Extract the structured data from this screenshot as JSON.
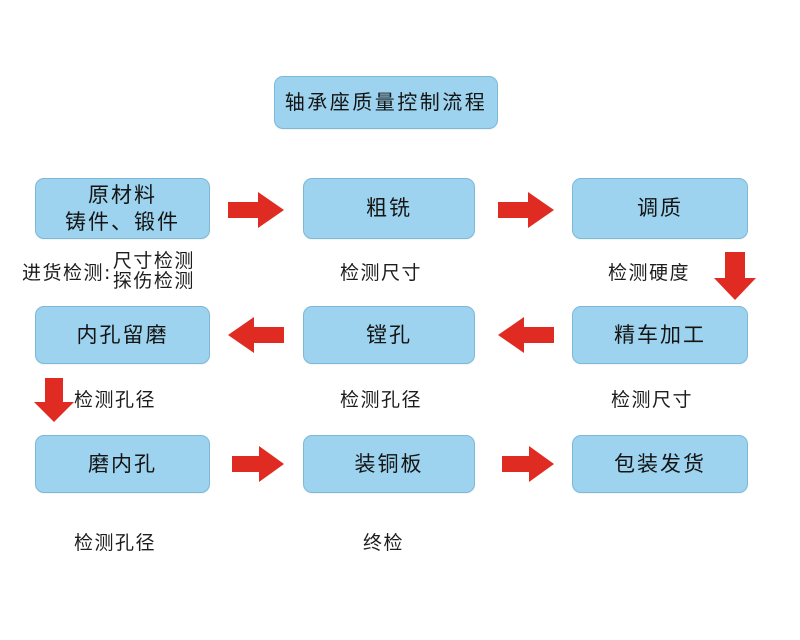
{
  "diagram": {
    "title": "轴承座质量控制流程",
    "accent_box_fill": "#9dd3ee",
    "accent_box_border": "#7cb9d8",
    "arrow_color": "#e02b22",
    "background": "#ffffff",
    "rows": [
      {
        "id": "row-1",
        "direction": "left-to-right",
        "nodes": [
          {
            "id": "raw-material",
            "line1": "原材料",
            "line2": "铸件、锻件"
          },
          {
            "id": "rough-milling",
            "line1": "粗铣",
            "line2": ""
          },
          {
            "id": "quench-temper",
            "line1": "调质",
            "line2": ""
          }
        ]
      },
      {
        "id": "row-2",
        "direction": "right-to-left",
        "nodes": [
          {
            "id": "bore-grind-allowance",
            "line1": "内孔留磨",
            "line2": ""
          },
          {
            "id": "boring",
            "line1": "镗孔",
            "line2": ""
          },
          {
            "id": "finish-turning",
            "line1": "精车加工",
            "line2": ""
          }
        ]
      },
      {
        "id": "row-3",
        "direction": "left-to-right",
        "nodes": [
          {
            "id": "grind-inner-bore",
            "line1": "磨内孔",
            "line2": ""
          },
          {
            "id": "install-copper-plate",
            "line1": "装铜板",
            "line2": ""
          },
          {
            "id": "packing-shipping",
            "line1": "包装发货",
            "line2": ""
          }
        ]
      }
    ],
    "captions": {
      "incoming_lead": "进货检测:",
      "incoming_item1": "尺寸检测",
      "incoming_item2": "探伤检测",
      "rough_milling": "检测尺寸",
      "quench_temper": "检测硬度",
      "bore_grind_allowance": "检测孔径",
      "boring": "检测孔径",
      "finish_turning": "检测尺寸",
      "grind_inner_bore": "检测孔径",
      "install_copper_plate": "终检"
    },
    "arrows": [
      {
        "id": "arrow-raw-to-rough",
        "direction": "right"
      },
      {
        "id": "arrow-rough-to-quench",
        "direction": "right"
      },
      {
        "id": "arrow-quench-to-finishturn",
        "direction": "down"
      },
      {
        "id": "arrow-finishturn-to-boring",
        "direction": "left"
      },
      {
        "id": "arrow-boring-to-boreallowance",
        "direction": "left"
      },
      {
        "id": "arrow-boreallowance-to-grind",
        "direction": "down"
      },
      {
        "id": "arrow-grind-to-copper",
        "direction": "right"
      },
      {
        "id": "arrow-copper-to-packing",
        "direction": "right"
      }
    ]
  }
}
